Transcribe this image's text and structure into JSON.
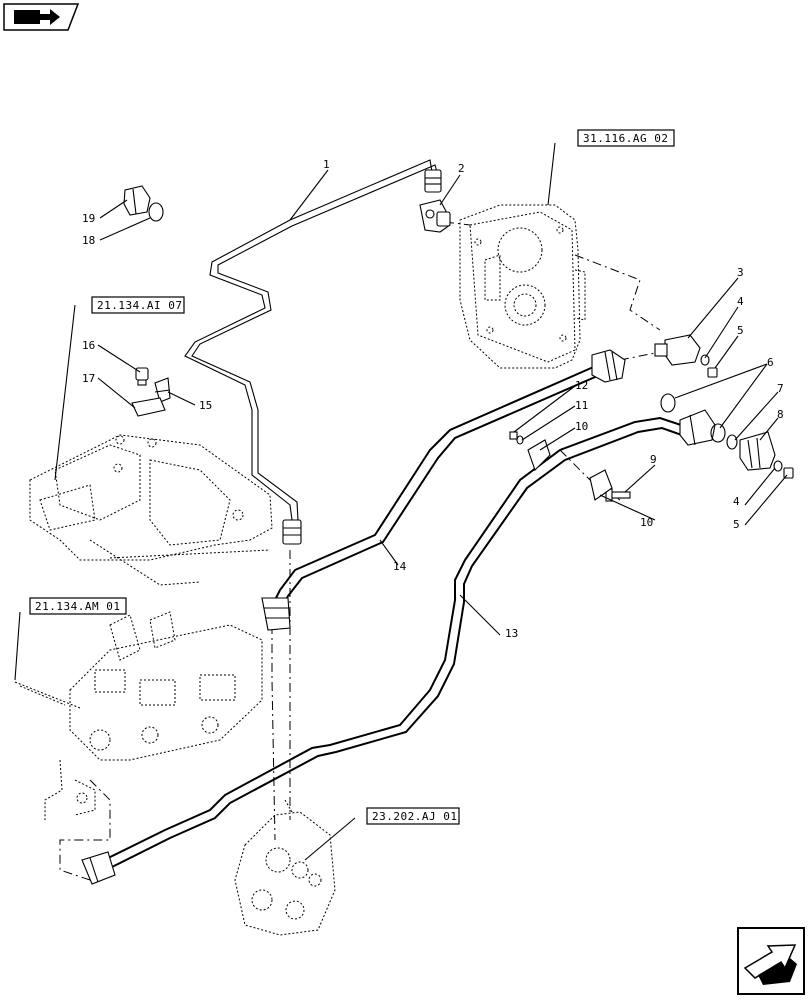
{
  "references": {
    "gearbox_ref": "31.116.AG 02",
    "control_valve_ref": "21.134.AI 07",
    "valve_block_ref": "21.134.AM 01",
    "rear_valve_ref": "23.202.AJ 01"
  },
  "callouts": {
    "c1": "1",
    "c2": "2",
    "c3": "3",
    "c4a": "4",
    "c5a": "5",
    "c6": "6",
    "c7": "7",
    "c8": "8",
    "c4b": "4",
    "c5b": "5",
    "c9": "9",
    "c10a": "10",
    "c10b": "10",
    "c11": "11",
    "c12": "12",
    "c13": "13",
    "c14": "14",
    "c15": "15",
    "c16": "16",
    "c17": "17",
    "c18": "18",
    "c19": "19"
  },
  "icons": {
    "top_left": "book-forward-icon",
    "bottom_right": "next-page-arrow-icon"
  }
}
